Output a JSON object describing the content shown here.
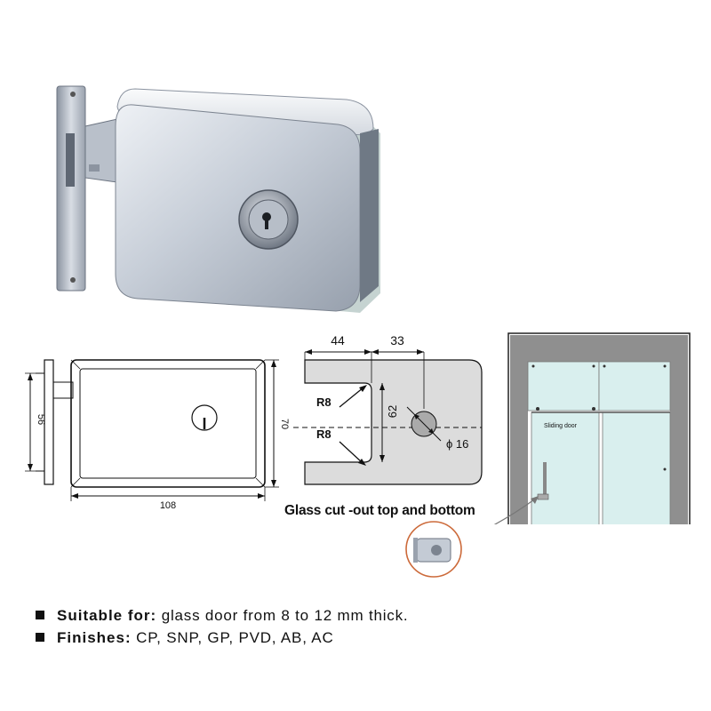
{
  "product_drawing": {
    "dims": {
      "height_latch": "56",
      "body_height": "70",
      "body_width": "108",
      "cut_left": "44",
      "cut_right": "33",
      "radius_top": "R8",
      "radius_bottom": "R8",
      "cut_height": "62",
      "hole_diameter": "ϕ 16"
    },
    "caption": "Glass cut -out top and bottom",
    "door_label": "Sliding door"
  },
  "specs": [
    {
      "label": "Suitable for:",
      "value": "glass door from 8 to 12 mm thick."
    },
    {
      "label": "Finishes:",
      "value": "CP, SNP, GP, PVD, AB, AC"
    }
  ],
  "colors": {
    "metal_light": "#dfe3ea",
    "metal_mid": "#aeb6c2",
    "metal_dark": "#6e7682",
    "glass": "#d9efee",
    "wall": "#8f8f8f"
  }
}
